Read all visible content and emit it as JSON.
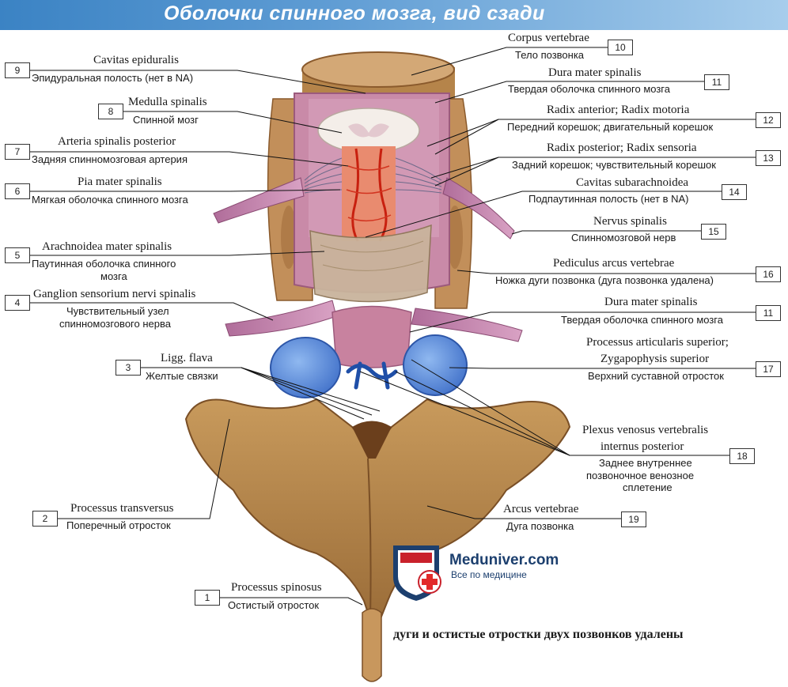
{
  "title": "Оболочки спинного мозга, вид сзади",
  "labels": {
    "l1": {
      "num": "1",
      "latin": "Processus spinosus",
      "ru": "Остистый отросток"
    },
    "l2": {
      "num": "2",
      "latin": "Processus transversus",
      "ru": "Поперечный отросток"
    },
    "l3": {
      "num": "3",
      "latin": "Ligg. flava",
      "ru": "Желтые связки"
    },
    "l4": {
      "num": "4",
      "latin": "Ganglion sensorium nervi spinalis",
      "ru1": "Чувствительный узел",
      "ru2": "спинномозгового нерва"
    },
    "l5": {
      "num": "5",
      "latin": "Arachnoidea mater spinalis",
      "ru1": "Паутинная оболочка спинного",
      "ru2": "мозга"
    },
    "l6": {
      "num": "6",
      "latin": "Pia mater spinalis",
      "ru": "Мягкая оболочка спинного мозга"
    },
    "l7": {
      "num": "7",
      "latin": "Arteria spinalis posterior",
      "ru": "Задняя спинномозговая артерия"
    },
    "l8": {
      "num": "8",
      "latin": "Medulla spinalis",
      "ru": "Спинной мозг"
    },
    "l9": {
      "num": "9",
      "latin": "Cavitas epiduralis",
      "ru": "Эпидуральная полость (нет в NA)"
    },
    "l10": {
      "num": "10",
      "latin": "Corpus vertebrae",
      "ru": "Тело позвонка"
    },
    "l11a": {
      "num": "11",
      "latin": "Dura mater spinalis",
      "ru": "Твердая оболочка спинного мозга"
    },
    "l12": {
      "num": "12",
      "latin": "Radix anterior; Radix motoria",
      "ru": "Передний корешок; двигательный корешок"
    },
    "l13": {
      "num": "13",
      "latin": "Radix posterior; Radix sensoria",
      "ru": "Задний корешок; чувствительный корешок"
    },
    "l14": {
      "num": "14",
      "latin": "Cavitas subarachnoidea",
      "ru": "Подпаутинная полость (нет в NA)"
    },
    "l15": {
      "num": "15",
      "latin": "Nervus spinalis",
      "ru": "Спинномозговой нерв"
    },
    "l16": {
      "num": "16",
      "latin": "Pediculus arcus vertebrae",
      "ru": "Ножка дуги позвонка (дуга позвонка удалена)"
    },
    "l11b": {
      "num": "11",
      "latin": "Dura mater spinalis",
      "ru": "Твердая оболочка спинного мозга"
    },
    "l17": {
      "num": "17",
      "latin1": "Processus articularis superior;",
      "latin2": "Zygapophysis superior",
      "ru": "Верхний суставной отросток"
    },
    "l18": {
      "num": "18",
      "latin1": "Plexus venosus vertebralis",
      "latin2": "internus posterior",
      "ru1": "Заднее внутреннее",
      "ru2": "позвоночное венозное",
      "ru3": "сплетение"
    },
    "l19": {
      "num": "19",
      "latin": "Arcus vertebrae",
      "ru": "Дуга позвонка"
    }
  },
  "watermark": {
    "name": "Meduniver.com",
    "subtitle": "Все по медицине"
  },
  "footnote": "дуги и остистые отростки двух позвонков удалены",
  "colors": {
    "header": "#3b83c4",
    "bone": "#b98a4e",
    "dura": "#c27a9e",
    "cord": "#f2ece8",
    "artery": "#d62a1a",
    "veins": "#1f4fa8",
    "articular": "#5f8fd8"
  }
}
